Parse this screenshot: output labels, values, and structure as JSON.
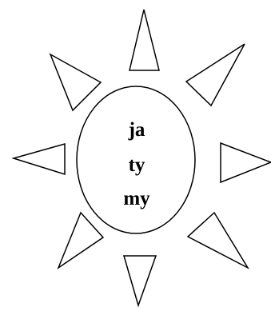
{
  "diagram": {
    "words": [
      "ja",
      "ty",
      "my"
    ],
    "colors": {
      "stroke": "#000000",
      "fill": "#ffffff",
      "text": "#000000"
    }
  }
}
